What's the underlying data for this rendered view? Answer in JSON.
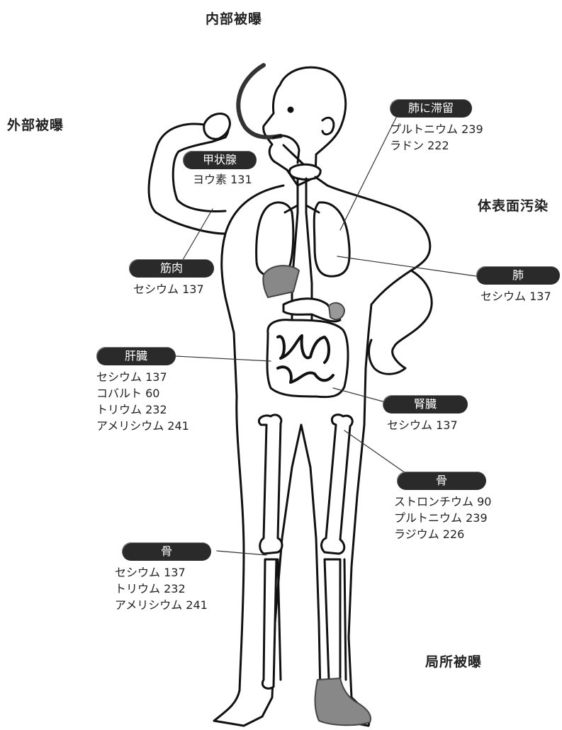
{
  "regions": {
    "internal": "内部被曝",
    "external": "外部被曝",
    "surface": "体表面汚染",
    "local": "局所被曝"
  },
  "organs": {
    "lung_retention": {
      "title": "肺に滞留",
      "items": [
        "プルトニウム 239",
        "ラドン 222"
      ]
    },
    "thyroid": {
      "title": "甲状腺",
      "items": [
        "ヨウ素 131"
      ]
    },
    "muscle": {
      "title": "筋肉",
      "items": [
        "セシウム 137"
      ]
    },
    "lung": {
      "title": "肺",
      "items": [
        "セシウム 137"
      ]
    },
    "liver": {
      "title": "肝臓",
      "items": [
        "セシウム 137",
        "コバルト 60",
        "トリウム 232",
        "アメリシウム 241"
      ]
    },
    "kidney": {
      "title": "腎臓",
      "items": [
        "セシウム 137"
      ]
    },
    "bone_right": {
      "title": "骨",
      "items": [
        "ストロンチウム 90",
        "プルトニウム 239",
        "ラジウム 226"
      ]
    },
    "bone_left": {
      "title": "骨",
      "items": [
        "セシウム 137",
        "トリウム 232",
        "アメリシウム 241"
      ]
    }
  }
}
